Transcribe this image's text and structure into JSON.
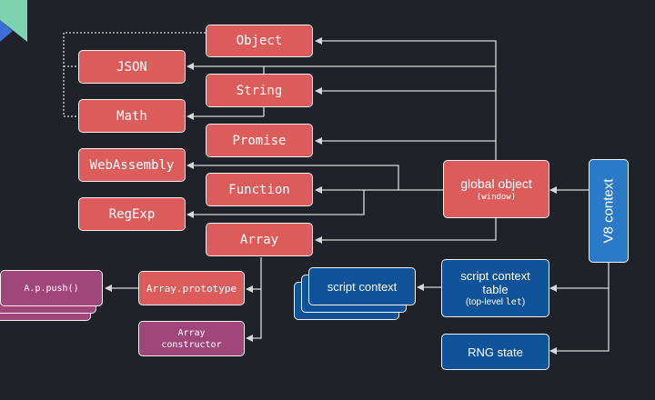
{
  "nodes": {
    "object": "Object",
    "json": "JSON",
    "string": "String",
    "math": "Math",
    "promise": "Promise",
    "webassembly": "WebAssembly",
    "function": "Function",
    "regexp": "RegExp",
    "array": "Array",
    "array_prototype": "Array.prototype",
    "array_constructor_line1": "Array",
    "array_constructor_line2": "constructor",
    "push": "A.p.push()",
    "global_object": "global object",
    "global_object_sub": "(window)",
    "v8_context": "V8 context",
    "script_context": "script context",
    "script_context_table_line1": "script context",
    "script_context_table_line2": "table",
    "script_context_table_line3_prefix": "(top-level ",
    "script_context_table_line3_code": "let",
    "script_context_table_line3_suffix": ")",
    "rng_state": "RNG state"
  },
  "colors": {
    "background": "#1f2229",
    "red_node": "#dc5c5c",
    "purple_node": "#a1467a",
    "dark_blue_node": "#10539a",
    "light_blue_node": "#2b7ac7",
    "connector": "#d8d8d8"
  }
}
